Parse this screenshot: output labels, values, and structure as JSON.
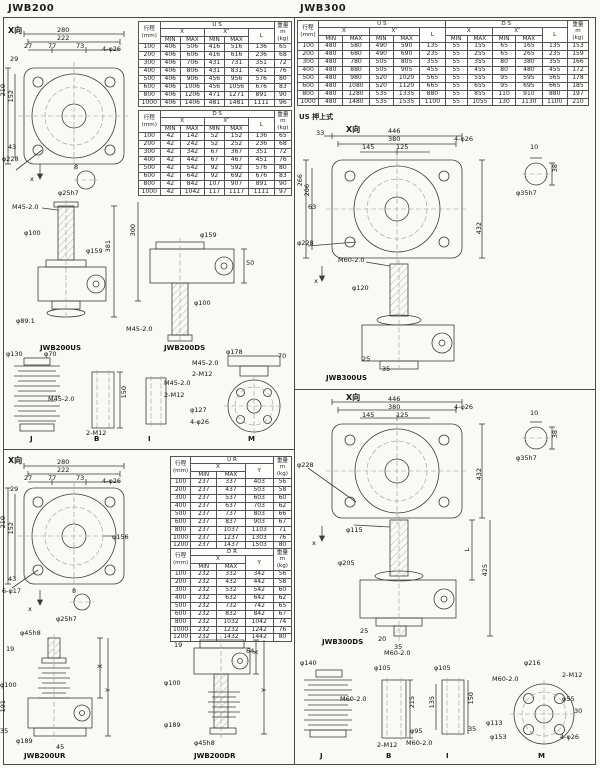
{
  "style": {
    "ink": "#3c3c3c",
    "paper": "#f9f9f5"
  },
  "titles": {
    "left": "JWB200",
    "right": "JWB300"
  },
  "note_right": "US 押上式",
  "jwb200": {
    "us_table": {
      "h": {
        "stroke": "行程",
        "unit": "(mm)",
        "group": "U S",
        "x": "X",
        "x2": "X″",
        "min": "MIN",
        "max": "MAX",
        "l": "L",
        "w1": "重量",
        "w2": "m",
        "w3": "(kg)"
      },
      "rows": [
        [
          100,
          406,
          506,
          416,
          516,
          136,
          65
        ],
        [
          200,
          406,
          606,
          416,
          616,
          236,
          68
        ],
        [
          300,
          406,
          706,
          431,
          731,
          351,
          72
        ],
        [
          400,
          406,
          806,
          431,
          831,
          451,
          76
        ],
        [
          500,
          406,
          906,
          456,
          956,
          576,
          80
        ],
        [
          600,
          406,
          1006,
          456,
          1056,
          676,
          83
        ],
        [
          800,
          406,
          1206,
          471,
          1271,
          891,
          90
        ],
        [
          1000,
          406,
          1406,
          481,
          1481,
          1111,
          96
        ]
      ]
    },
    "ds_table": {
      "h": {
        "stroke": "行程",
        "unit": "(mm)",
        "group": "D S",
        "x": "X",
        "x2": "X″",
        "min": "MIN",
        "max": "MAX",
        "l": "L",
        "w1": "重量",
        "w2": "m",
        "w3": "(kg)"
      },
      "rows": [
        [
          100,
          42,
          142,
          52,
          152,
          136,
          65
        ],
        [
          200,
          42,
          242,
          52,
          252,
          236,
          68
        ],
        [
          300,
          42,
          342,
          67,
          367,
          351,
          72
        ],
        [
          400,
          42,
          442,
          67,
          467,
          451,
          76
        ],
        [
          500,
          42,
          542,
          92,
          592,
          576,
          80
        ],
        [
          600,
          42,
          642,
          92,
          692,
          676,
          83
        ],
        [
          800,
          42,
          842,
          107,
          907,
          891,
          90
        ],
        [
          1000,
          42,
          1042,
          117,
          1117,
          1111,
          97
        ]
      ]
    },
    "ur_table": {
      "h": {
        "stroke": "行程",
        "unit": "(mm)",
        "group": "U R",
        "x": "X",
        "min": "MIN",
        "max": "MAX",
        "y": "Y",
        "w1": "重量",
        "w2": "m",
        "w3": "(kg)"
      },
      "rows": [
        [
          100,
          237,
          337,
          403,
          56
        ],
        [
          200,
          237,
          437,
          503,
          58
        ],
        [
          300,
          237,
          537,
          603,
          60
        ],
        [
          400,
          237,
          637,
          703,
          62
        ],
        [
          500,
          237,
          737,
          803,
          66
        ],
        [
          600,
          237,
          837,
          903,
          67
        ],
        [
          800,
          237,
          1037,
          1103,
          71
        ],
        [
          1000,
          237,
          1237,
          1303,
          76
        ],
        [
          1200,
          237,
          1437,
          1503,
          80
        ]
      ]
    },
    "dr_table": {
      "h": {
        "stroke": "行程",
        "unit": "(mm)",
        "group": "D R",
        "x": "X",
        "min": "MIN",
        "max": "MAX",
        "y": "Y",
        "w1": "重量",
        "w2": "m",
        "w3": "(kg)"
      },
      "rows": [
        [
          100,
          232,
          332,
          342,
          56
        ],
        [
          200,
          232,
          432,
          442,
          58
        ],
        [
          300,
          232,
          532,
          542,
          60
        ],
        [
          400,
          232,
          632,
          642,
          62
        ],
        [
          500,
          232,
          732,
          742,
          65
        ],
        [
          600,
          232,
          832,
          842,
          67
        ],
        [
          800,
          232,
          1032,
          1042,
          74
        ],
        [
          1000,
          232,
          1232,
          1242,
          76
        ],
        [
          1200,
          232,
          1432,
          1442,
          80
        ]
      ]
    },
    "front": {
      "labels": [
        "X向",
        "280",
        "222",
        "27",
        "77",
        "73",
        "4-φ26",
        "29",
        "210",
        "152",
        "43",
        "φ228",
        "x",
        "8",
        "φ25h7"
      ]
    },
    "asm": {
      "labels": [
        "M45-2.0",
        "φ100",
        "381",
        "300",
        "φ159",
        "φ89.1",
        "φ159",
        "φ100",
        "M45-2.0",
        "50"
      ],
      "us_caption": "JWB200US",
      "ds_caption": "JWB200DS"
    },
    "parts": {
      "labels": [
        "φ130",
        "φ70",
        "150",
        "M45-2.0",
        "2-M12",
        "M45-2.0",
        "2-M12",
        "φ178",
        "70",
        "M45-2.0",
        "2-M12",
        "φ127",
        "4-φ26"
      ],
      "captions": [
        "J",
        "B",
        "I",
        "M"
      ]
    },
    "front2": {
      "labels": [
        "X向",
        "280",
        "222",
        "27",
        "77",
        "73",
        "4-φ26",
        "29",
        "210",
        "152",
        "43",
        "φ156",
        "6-φ17",
        "x",
        "8",
        "φ25h7"
      ]
    },
    "asm2": {
      "labels": [
        "φ45h8",
        "19",
        "φ100",
        "191",
        "35",
        "φ189",
        "45",
        "X",
        "Y",
        "19",
        "64",
        "φ100",
        "X",
        "Y",
        "φ189",
        "φ45h8"
      ],
      "ur_caption": "JWB200UR",
      "dr_caption": "JWB200DR"
    }
  },
  "jwb300": {
    "table": {
      "h": {
        "stroke": "行程",
        "unit": "(mm)",
        "g1": "U S",
        "g2": "D S",
        "x": "X",
        "x2": "X″",
        "min": "MIN",
        "max": "MAX",
        "l": "L",
        "w1": "重量",
        "w2": "m",
        "w3": "(kg)"
      },
      "rows": [
        [
          100,
          480,
          580,
          490,
          590,
          135,
          55,
          155,
          65,
          165,
          135,
          153
        ],
        [
          200,
          480,
          680,
          490,
          690,
          235,
          55,
          255,
          65,
          265,
          235,
          159
        ],
        [
          300,
          480,
          780,
          505,
          805,
          355,
          55,
          355,
          80,
          380,
          355,
          166
        ],
        [
          400,
          480,
          880,
          505,
          905,
          455,
          55,
          455,
          80,
          480,
          455,
          172
        ],
        [
          500,
          480,
          980,
          520,
          1020,
          565,
          55,
          555,
          95,
          595,
          565,
          178
        ],
        [
          600,
          480,
          1080,
          520,
          1120,
          665,
          55,
          655,
          95,
          695,
          665,
          185
        ],
        [
          800,
          480,
          1280,
          535,
          1335,
          880,
          55,
          855,
          110,
          910,
          880,
          197
        ],
        [
          1000,
          480,
          1480,
          535,
          1535,
          1100,
          55,
          1055,
          130,
          1130,
          1100,
          210
        ]
      ]
    },
    "us": {
      "labels": [
        "X向",
        "33",
        "446",
        "380",
        "145",
        "125",
        "4-φ26",
        "266",
        "206",
        "63",
        "φ228",
        "432",
        "10",
        "38",
        "φ35h7",
        "x",
        "M60-2.0",
        "φ120",
        "25",
        "35"
      ],
      "caption": "JWB300US"
    },
    "ds": {
      "labels": [
        "X向",
        "446",
        "380",
        "145",
        "125",
        "4-φ26",
        "φ228",
        "432",
        "10",
        "38",
        "φ35h7",
        "x",
        "φ115",
        "φ205",
        "L",
        "425",
        "25",
        "20",
        "35",
        "M60-2.0"
      ],
      "caption": "JWB300DS"
    },
    "parts": {
      "labels": [
        "φ140",
        "φ105",
        "215",
        "M60-2.0",
        "2-M12",
        "φ105",
        "135",
        "150",
        "35",
        "M60-2.0",
        "φ95",
        "φ216",
        "M60-2.0",
        "2-M12",
        "φ113",
        "φ153",
        "4-φ26",
        "φ55",
        "30"
      ],
      "captions": [
        "J",
        "B",
        "I",
        "M"
      ]
    }
  }
}
